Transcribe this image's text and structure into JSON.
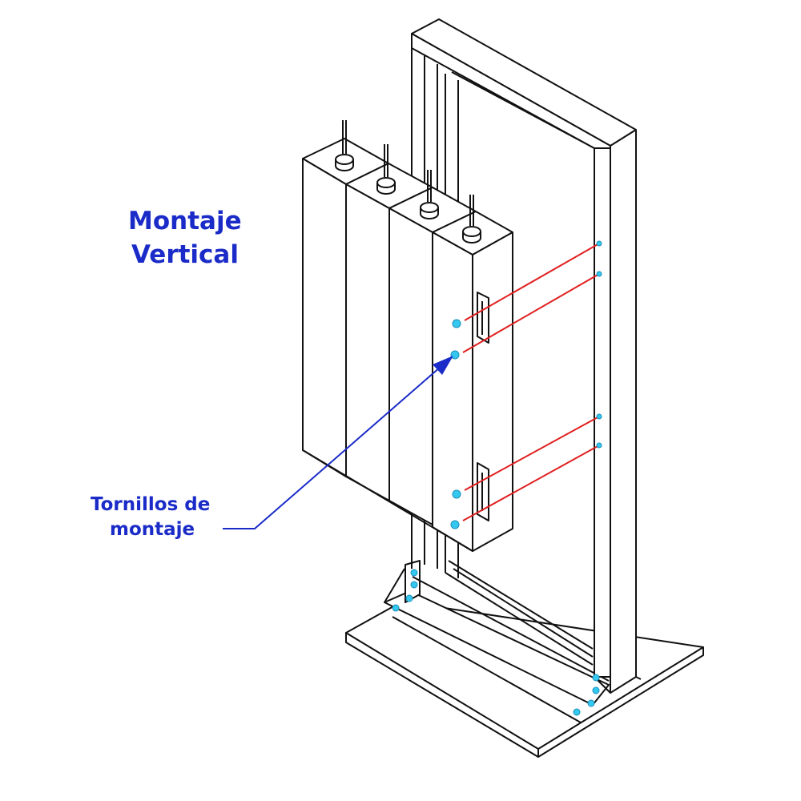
{
  "diagram": {
    "title_line_1": "Montaje",
    "title_line_2": "Vertical",
    "callout_line_1": "Tornillos de",
    "callout_line_2": "montaje"
  },
  "colors": {
    "label": "#1a2bc8",
    "leader_line": "#1a2bc8",
    "screw_guide": "#e02020",
    "screw_head": "#34c8f0",
    "outline": "#111111"
  }
}
